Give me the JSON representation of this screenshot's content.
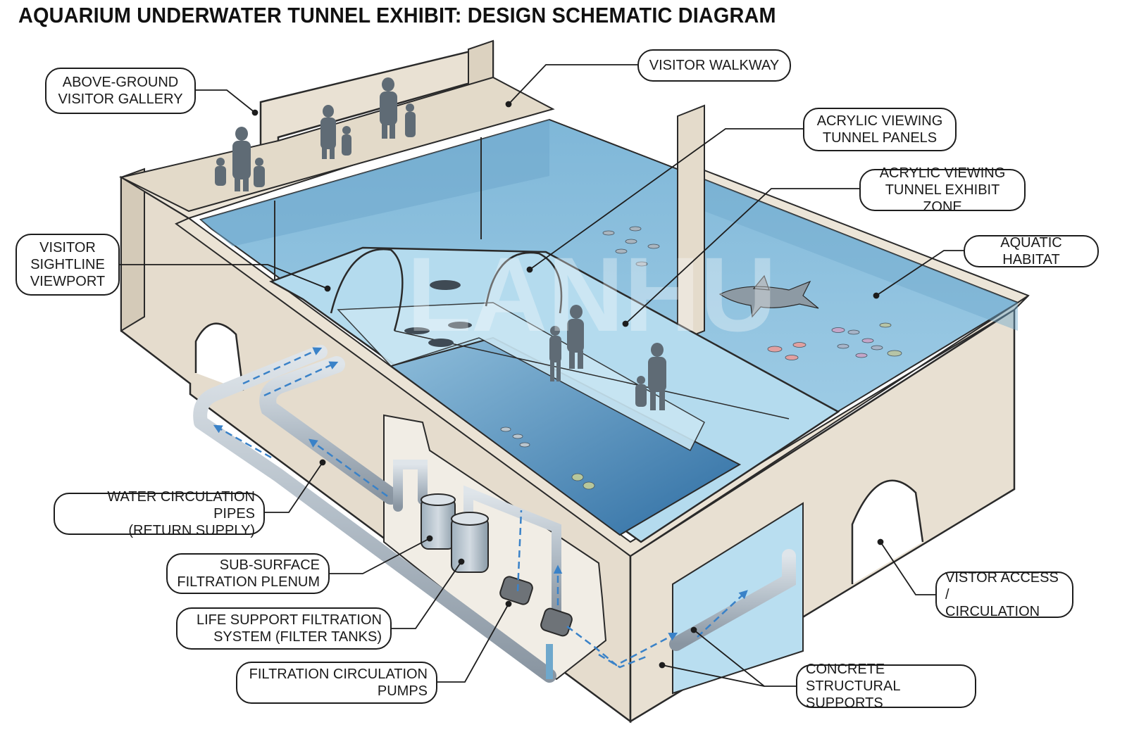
{
  "title": "AQUARIUM UNDERWATER TUNNEL EXHIBIT: DESIGN SCHEMATIC DIAGRAM",
  "labels": {
    "above_ground_gallery": "ABOVE-GROUND\nVISITOR GALLERY",
    "visitor_walkway": "VISITOR WALKWAY",
    "acrylic_panels": "ACRYLIC VIEWING\nTUNNEL PANELS",
    "exhibit_zone": "ACRYLIC VIEWING\nTUNNEL EXHIBIT ZONE",
    "aquatic_habitat": "AQUATIC HABITAT",
    "sightline_viewport": "VISITOR\nSIGHTLINE\nVIEWPORT",
    "circulation_pipes": "WATER CIRCULATION PIPES\n(RETURN SUPPLY)",
    "filtration_plenum": "SUB-SURFACE\nFILTRATION PLENUM",
    "life_support": "LIFE SUPPORT FILTRATION\nSYSTEM (FILTER TANKS)",
    "circulation_pumps": "FILTRATION CIRCULATION\nPUMPS",
    "visitor_access": "VISTOR ACCESS /\nCIRCULATION",
    "structural_supports": "CONCRETE STRUCTURAL\nSUPPORTS"
  },
  "watermark": "LANHU",
  "colors": {
    "concrete": "#e8e0d2",
    "concrete_shade": "#d6ccba",
    "water": "#8cc0dc",
    "water_deep": "#3f7fb0",
    "outline": "#2a2a2a",
    "pipe": "#b9c3cc",
    "flow_arrow": "#3a82c8",
    "figure": "#5f6b75"
  }
}
